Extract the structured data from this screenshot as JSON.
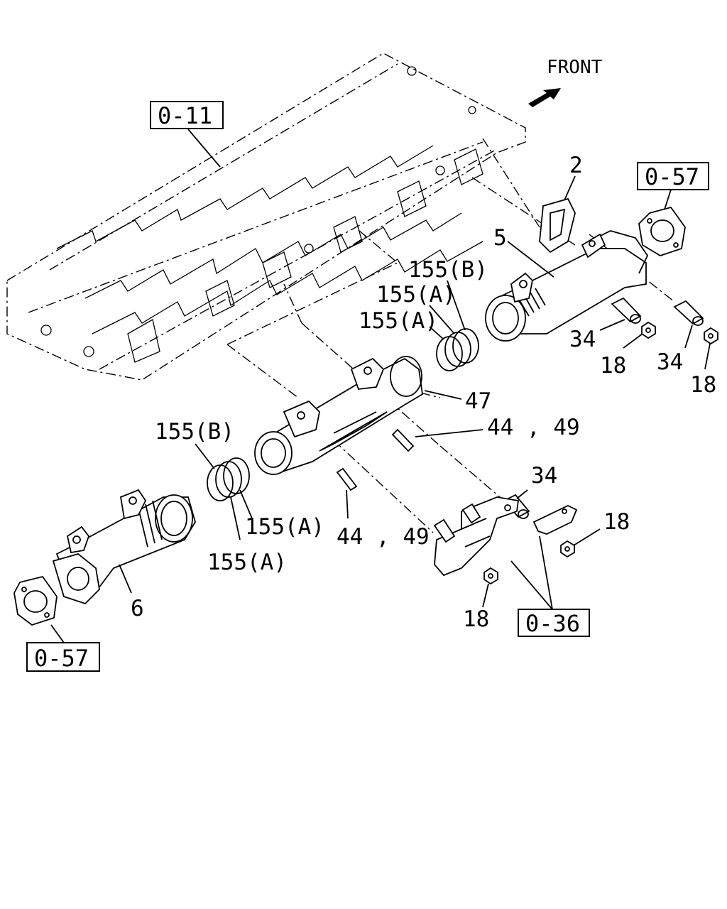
{
  "diagram": {
    "front_label": "FRONT",
    "references": {
      "ref_head": "0-11",
      "ref_gasket_right": "0-57",
      "ref_gasket_left": "0-57",
      "ref_bracket": "0-36"
    },
    "callouts": {
      "p2": "2",
      "p5": "5",
      "p6": "6",
      "p47": "47",
      "p155b_top": "155(B)",
      "p155a_top1": "155(A)",
      "p155a_top2": "155(A)",
      "p155b_left": "155(B)",
      "p155a_left1": "155(A)",
      "p155a_left2": "155(A)",
      "p34_a": "34",
      "p34_b": "34",
      "p34_c": "34",
      "p18_a": "18",
      "p18_b": "18",
      "p18_c": "18",
      "p18_d": "18",
      "p44_49_a": "44 , 49",
      "p44_49_b": "44 , 49"
    }
  }
}
